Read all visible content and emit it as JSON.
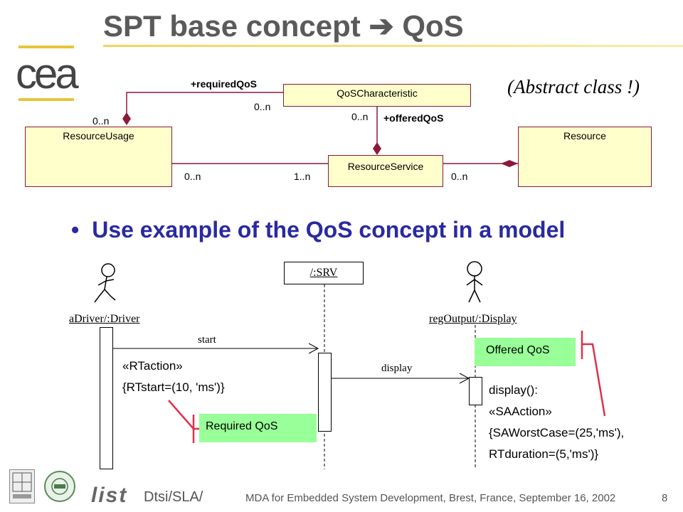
{
  "slide": {
    "title": "SPT base concept",
    "title_arrow": "➔",
    "title_suffix": "QoS",
    "abstract_note": "(Abstract class !)",
    "bullet": "Use example of the QoS concept in a model",
    "page_number": "8"
  },
  "logo": {
    "text": "cea"
  },
  "class_diagram": {
    "classes": {
      "qos_characteristic": "QoSCharacteristic",
      "resource_usage": "ResourceUsage",
      "resource_service": "ResourceService",
      "resource": "Resource"
    },
    "roles": {
      "required": "+requiredQoS",
      "offered": "+offeredQoS"
    },
    "multiplicities": {
      "required_qos_end": "0..n",
      "usage_required_end": "0..n",
      "offered_qos_end": "0..n",
      "usage_service_left": "0..n",
      "usage_service_right": "1..n",
      "resource_service_end": "0..n"
    }
  },
  "sequence_diagram": {
    "actors": {
      "driver": "aDriver/:Driver",
      "display": "regOutput/:Display"
    },
    "object": "/:SRV",
    "messages": {
      "start": "start",
      "display": "display"
    },
    "driver_annotation": [
      "«RTaction»",
      "{RTstart=(10, 'ms')}"
    ],
    "display_annotation": [
      "display():",
      "«SAAction»",
      "{SAWorstCase=(25,'ms'),",
      "RTduration=(5,'ms')}"
    ],
    "required_qos_label": "Required QoS",
    "offered_qos_label": "Offered QoS"
  },
  "footer": {
    "brand": "list",
    "dept": "Dtsi/SLA/",
    "event": "MDA for Embedded System Development, Brest, France, September 16, 2002"
  },
  "colors": {
    "title": "#5a5a5a",
    "bullet": "#2a2aa0",
    "class_fill": "#ffffcc",
    "association": "#8b1a3a",
    "qos_box": "#99ff99",
    "qos_marker": "#e0304a"
  }
}
